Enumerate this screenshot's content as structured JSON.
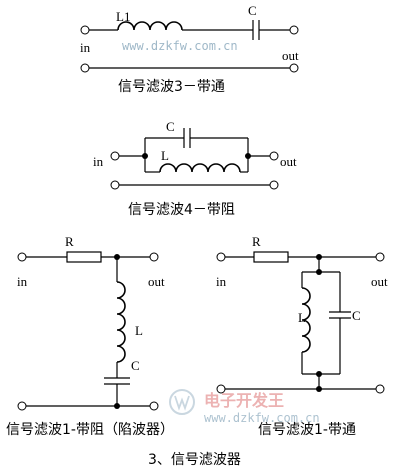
{
  "watermark": {
    "url": "www.dzkfw.com.cn",
    "logo_text": "电子开发王"
  },
  "diagram1": {
    "inductor_label": "L1",
    "capacitor_label": "C",
    "in_label": "in",
    "out_label": "out",
    "caption": "信号滤波3－带通"
  },
  "diagram2": {
    "capacitor_label": "C",
    "inductor_label": "L",
    "in_label": "in",
    "out_label": "out",
    "caption": "信号滤波4－带阻"
  },
  "diagram3": {
    "resistor_label": "R",
    "inductor_label": "L",
    "capacitor_label": "C",
    "in_label": "in",
    "out_label": "out",
    "caption": "信号滤波1-带阻（陷波器）"
  },
  "diagram4": {
    "resistor_label": "R",
    "inductor_label": "L",
    "capacitor_label": "C",
    "in_label": "in",
    "out_label": "out",
    "caption": "信号滤波1-带通"
  },
  "figure_caption": "3、信号滤波器"
}
